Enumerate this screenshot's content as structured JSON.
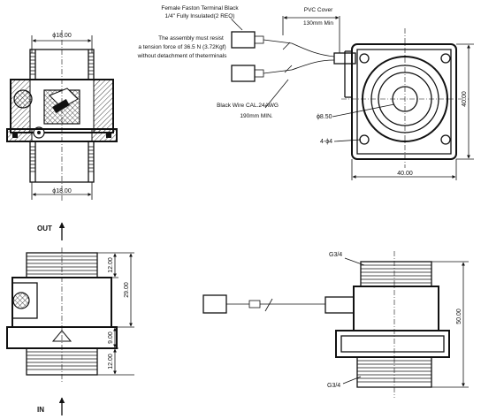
{
  "dims": {
    "top_dia": "ϕ18.00",
    "bottom_dia": "ϕ18.00",
    "right_height": "40.00",
    "right_width": "40.00",
    "hole_dia": "ϕ8.50",
    "holes": "4-ϕ4",
    "d12_top": "12.00",
    "d29": "29.00",
    "d9": "9.00",
    "d12_bottom": "12.00",
    "d50": "50.00"
  },
  "notes": {
    "terminal_line1": "Female Faston Terminal Black",
    "terminal_line2": "1/4\" Fully Insulated(2 REQ)",
    "assembly_line1": "The assembly must resist",
    "assembly_line2": "a tension force of 36.5 N (3.72Kgf)",
    "assembly_line3": "without detachment of theterminals",
    "pvc_line1": "PVC Cover",
    "pvc_line2": "130mm Min",
    "wire_line1": "Black Wire CAL.24AWG",
    "wire_line2": "190mm MIN."
  },
  "labels": {
    "out": "OUT",
    "in": "IN",
    "g34_top": "G3/4",
    "g34_bottom": "G3/4"
  }
}
